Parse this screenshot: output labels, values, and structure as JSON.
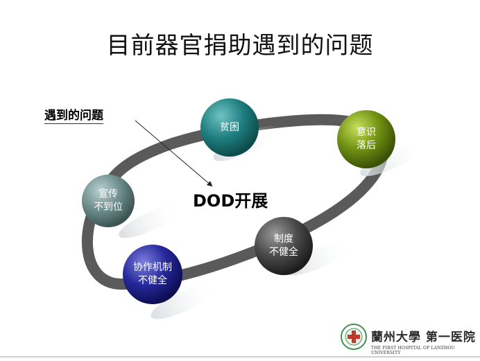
{
  "slide": {
    "title": "目前器官捐助遇到的问题",
    "callout": "遇到的问题",
    "center": "DOD开展",
    "items": {
      "poverty": "贫困",
      "awareness_1": "意识",
      "awareness_2": "落后",
      "publicity_1": "宣传",
      "publicity_2": "不到位",
      "system_1": "制度",
      "system_2": "不健全",
      "mechanism_1": "协作机制",
      "mechanism_2": "不健全"
    },
    "logo": {
      "cn": "蘭州大學 第一医院",
      "en": "THE FIRST HOSPITAL OF LANZHOU UNIVERSITY"
    }
  }
}
